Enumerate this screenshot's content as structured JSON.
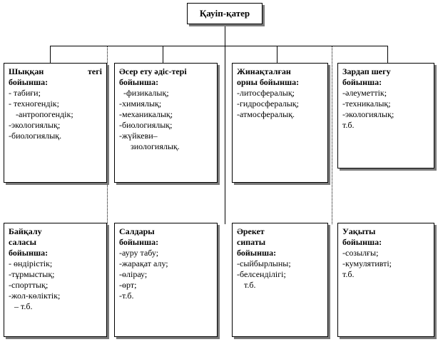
{
  "root": {
    "title": "Қауіп-қатер"
  },
  "top_row": [
    {
      "heading": [
        "Шыққан тегі",
        "бойынша:"
      ],
      "items": [
        "- табиғи;",
        "- техногендік;",
        "-антропогендік;",
        "-экологиялық;",
        "-биологиялық."
      ]
    },
    {
      "heading": [
        "Әсер ету әдіс-тері",
        "бойынша:"
      ],
      "items": [
        "-физикалық;",
        "-химиялық;",
        "-механикалық;",
        "-биологиялық;",
        "-жүйкеви–",
        "зиологиялық."
      ]
    },
    {
      "heading": [
        "Жинақталған",
        "орны бойынша:"
      ],
      "items": [
        "-литосфералық;",
        "-гидросфералық;",
        "-атмосфералық."
      ]
    },
    {
      "heading": [
        "Зардап шегу",
        "бойынша:"
      ],
      "items": [
        "-әлеуметтік;",
        "-техникалық;",
        "-экологиялық;",
        "т.б."
      ]
    }
  ],
  "bottom_row": [
    {
      "heading": [
        "Байқалу",
        "саласы",
        "бойынша:"
      ],
      "items": [
        "- өндірістік;",
        "-тұрмыстық;",
        "-спорттық;",
        "-жол-көліктік;",
        "– т.б."
      ]
    },
    {
      "heading": [
        "Салдары",
        "бойынша:"
      ],
      "items": [
        "-ауру табу;",
        "-жарақат алу;",
        "-өлірау;",
        "-өрт;",
        "-т.б."
      ]
    },
    {
      "heading": [
        "Әрекет",
        "сипаты",
        "бойынша:"
      ],
      "items": [
        "-сыйбырлыны;",
        "-белсенділігі;",
        "т.б."
      ]
    },
    {
      "heading": [
        "Уақыты",
        "бойынша:"
      ],
      "items": [
        "-созылғы;",
        "-кумулятивті;",
        "т.б."
      ]
    }
  ]
}
